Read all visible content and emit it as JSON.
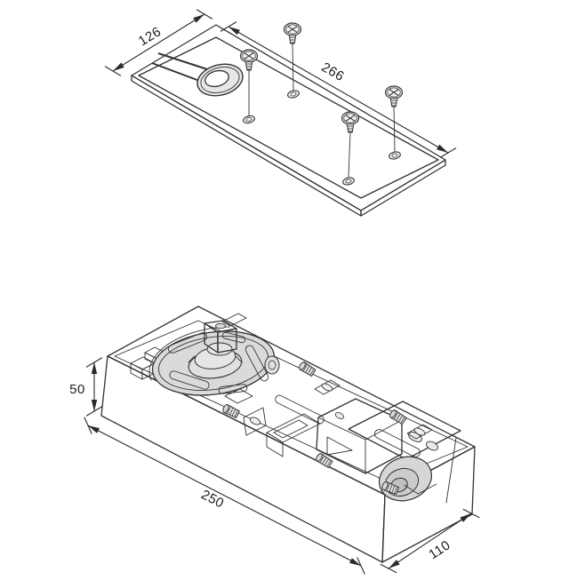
{
  "diagram": {
    "cover_plate": {
      "dim_width": "126",
      "dim_length": "266",
      "screw_count": 4
    },
    "body": {
      "dim_height": "50",
      "dim_length": "250",
      "dim_depth": "110"
    },
    "colors": {
      "background": "#ffffff",
      "outline": "#333333",
      "surface_top": "#dadada",
      "surface_front": "#d2d2d2",
      "surface_side": "#c9c9c9",
      "plate_face": "#d5d5d5",
      "text": "#1c1c1c"
    }
  }
}
